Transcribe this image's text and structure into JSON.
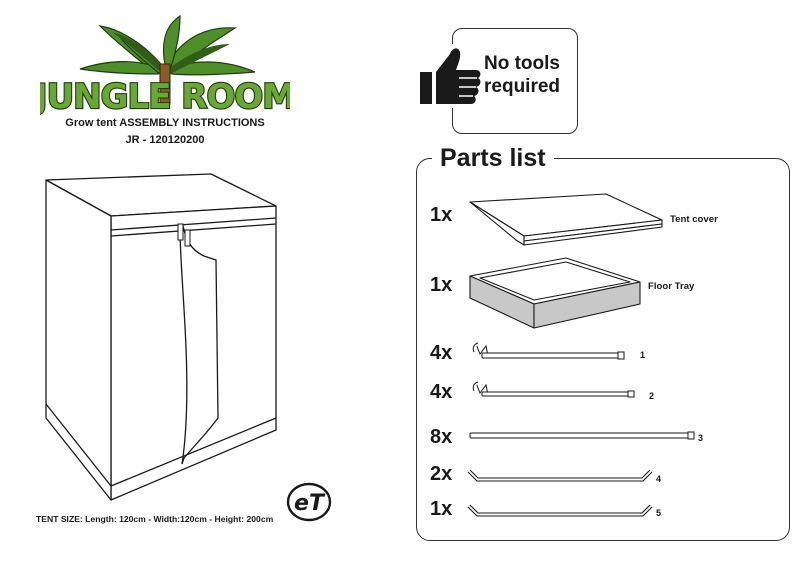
{
  "header": {
    "brand": "JUNGLE ROOM",
    "subtitle": "Grow tent ASSEMBLY INSTRUCTIONS",
    "product_code": "JR - 120120200"
  },
  "tent_size": "TENT SIZE: Length: 120cm - Width:120cm - Height: 200cm",
  "et_logo": "eT",
  "tools_note": {
    "line1": "No tools",
    "line2": "required",
    "icon": "thumbs-up-icon"
  },
  "parts_list": {
    "title": "Parts list",
    "items": [
      {
        "qty": "1x",
        "label": "Tent cover"
      },
      {
        "qty": "1x",
        "label": "Floor Tray"
      },
      {
        "qty": "4x",
        "label": "1"
      },
      {
        "qty": "4x",
        "label": "2"
      },
      {
        "qty": "8x",
        "label": "3"
      },
      {
        "qty": "2x",
        "label": "4"
      },
      {
        "qty": "1x",
        "label": "5"
      }
    ]
  },
  "colors": {
    "leaf_green": "#4f8f2a",
    "leaf_dark": "#2f5e17",
    "tray_gray": "#c8c8c8",
    "line": "#1a1a1a"
  }
}
